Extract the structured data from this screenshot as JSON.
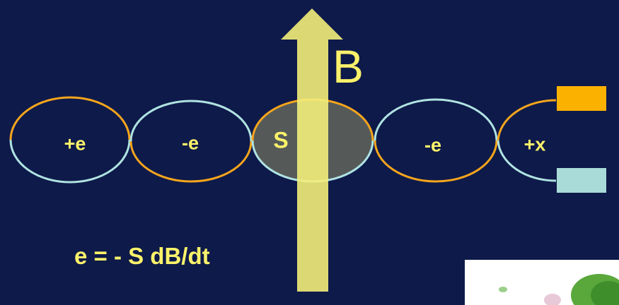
{
  "loops": [
    {
      "label": "+e"
    },
    {
      "label": "-e"
    },
    {
      "label": "S"
    },
    {
      "label": "-e"
    },
    {
      "label": "+x"
    }
  ],
  "field_label": "B",
  "equation": "e = -  S dB/dt",
  "colors": {
    "background": "#0e1a4a",
    "text": "#fbf26a",
    "arrow": "#f3ee7a",
    "orange": "#f7a51c",
    "cyan": "#b0e3e2",
    "legend_orange": "#fbb100",
    "legend_cyan": "#a9dcd8",
    "shaded_area": "#5a5e5a"
  }
}
